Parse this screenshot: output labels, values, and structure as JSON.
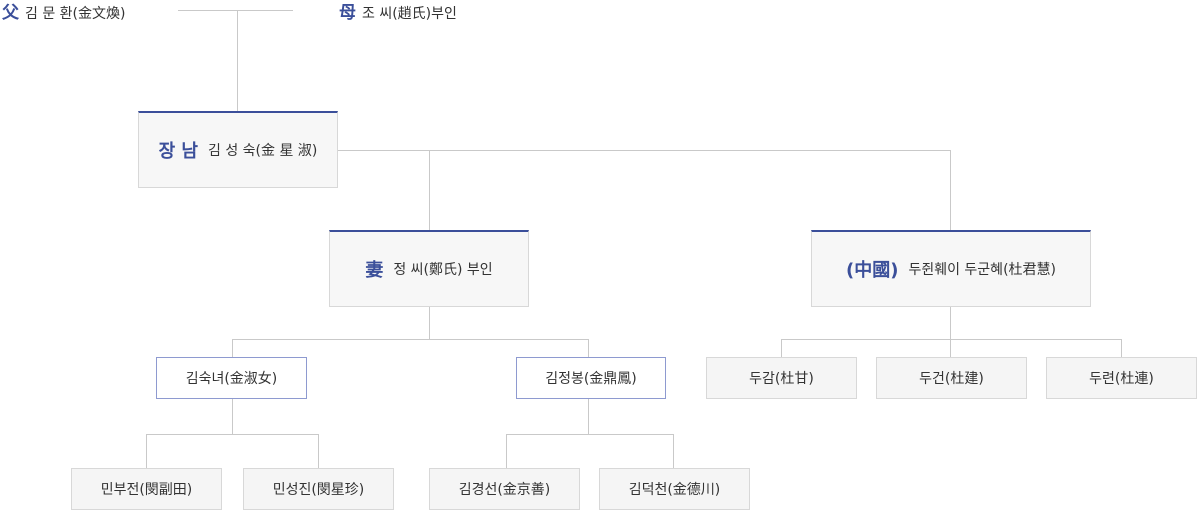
{
  "father": {
    "mark": "父",
    "name": "김 문 환(金文煥)"
  },
  "mother": {
    "mark": "母",
    "name": "조 씨(趙氏)부인"
  },
  "eldest": {
    "mark": "장 남",
    "name": "김 성 숙(金 星 淑)"
  },
  "wife1": {
    "mark": "妻",
    "name": "정 씨(鄭氏) 부인"
  },
  "wife2": {
    "mark": "(中國)",
    "name": "두쥔훼이 두군혜(杜君慧)"
  },
  "children1": [
    "김숙녀(金淑女)",
    "김정봉(金鼎鳳)"
  ],
  "children2": [
    "두감(杜甘)",
    "두건(杜建)",
    "두련(杜連)"
  ],
  "grandchildren_a": [
    "민부전(閔副田)",
    "민성진(閔星珍)"
  ],
  "grandchildren_b": [
    "김경선(金京善)",
    "김덕천(金德川)"
  ]
}
